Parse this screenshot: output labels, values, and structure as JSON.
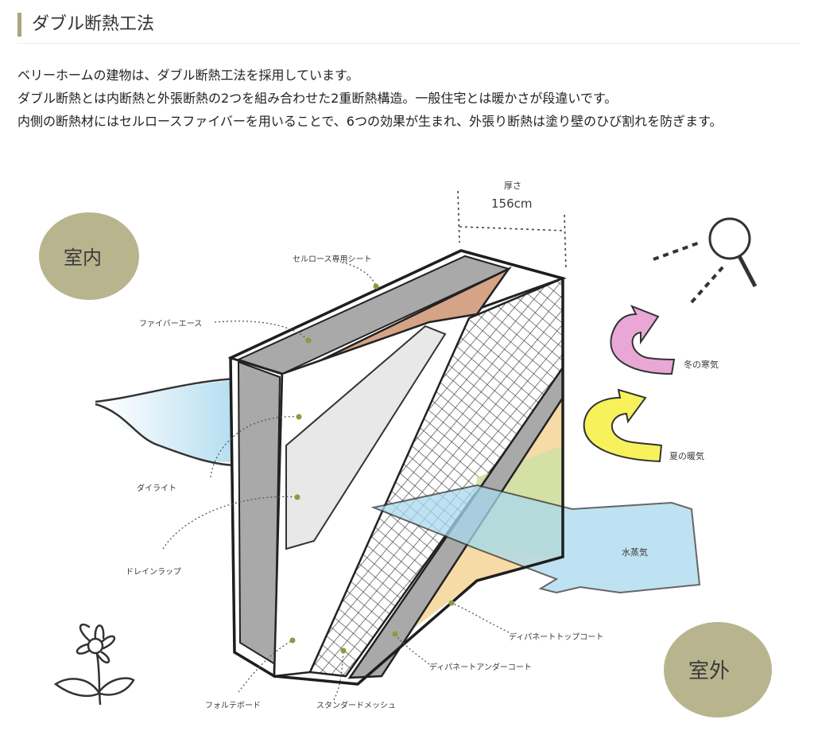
{
  "header": {
    "title": "ダブル断熱工法"
  },
  "intro": [
    "ベリーホームの建物は、ダブル断熱工法を採用しています。",
    "ダブル断熱とは内断熱と外張断熱の2つを組み合わせた2重断熱構造。一般住宅とは暖かさが段違いです。",
    "内側の断熱材にはセルロースファイバーを用いることで、6つの効果が生まれ、外張り断熱は塗り壁のひび割れを防ぎます。"
  ],
  "diagram": {
    "indoor": "室内",
    "outdoor": "室外",
    "thickness_label": "厚さ",
    "thickness_value": "156cm",
    "cold_air": "冬の寒気",
    "warm_air": "夏の暖気",
    "vapor": "水蒸気",
    "labels": {
      "cellulose_sheet": "セルロース専用シート",
      "fiber_ace": "ファイバーエース",
      "dailite": "ダイライト",
      "drain_wrap": "ドレインラップ",
      "forte_board": "フォルテボード",
      "standard_mesh": "スタンダードメッシュ",
      "under_coat": "ディパネートアンダーコート",
      "top_coat": "ディパネートトップコート"
    }
  },
  "colors": {
    "accent_bar": "#a9a77f",
    "circle": "#b8b48d",
    "gray_board": "#a9a9a9",
    "brown_layer": "#d5a486",
    "pink_arrow": "#e9a7d6",
    "yellow_arrow": "#f7f25c",
    "vapor_blue": "#aad9ee",
    "green": "#cfe1a6",
    "peach": "#f7dba7",
    "leader_dot": "#8e9a3a"
  }
}
